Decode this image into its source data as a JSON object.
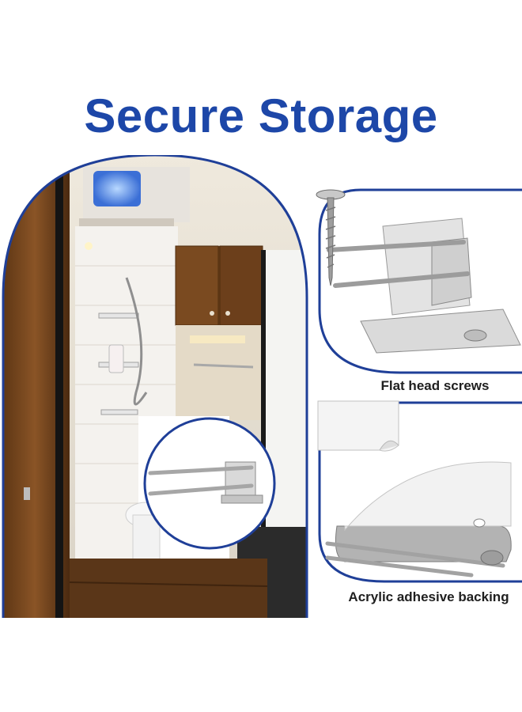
{
  "title": "Secure Storage",
  "captions": {
    "screws": "Flat head screws",
    "backing": "Acrylic adhesive backing"
  },
  "colors": {
    "title_blue": "#1d47a8",
    "border_blue": "#1f3f98",
    "caption_text": "#202020"
  },
  "icons": [
    "screw-icon",
    "bracket-icon",
    "adhesive-sheet-icon"
  ]
}
